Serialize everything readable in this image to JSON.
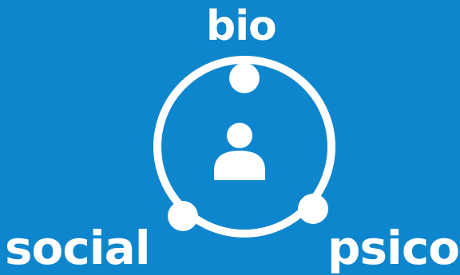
{
  "diagram": {
    "background_color": "#0e86cd",
    "foreground_color": "#ffffff",
    "center_icon": "person-icon",
    "nodes": [
      {
        "key": "bio",
        "label": "bio"
      },
      {
        "key": "psico",
        "label": "psico"
      },
      {
        "key": "social",
        "label": "social"
      }
    ]
  }
}
